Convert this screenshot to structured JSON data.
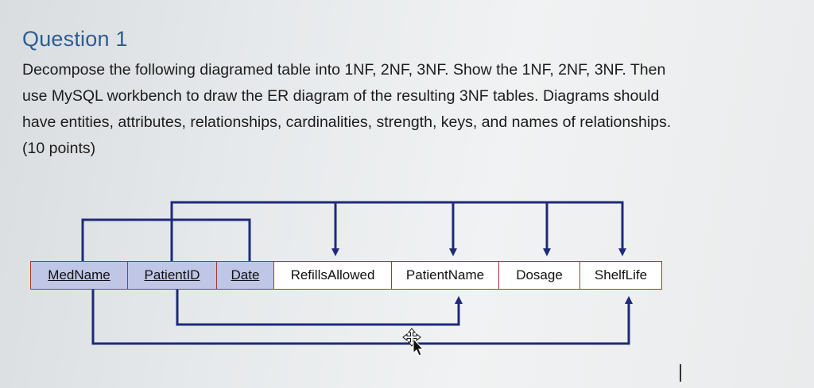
{
  "question": {
    "title": "Question 1",
    "lines": [
      "Decompose the following diagramed table into 1NF, 2NF, 3NF. Show the 1NF, 2NF, 3NF. Then",
      "use MySQL workbench to draw the ER diagram of the resulting 3NF tables. Diagrams should",
      "have entities, attributes, relationships, cardinalities, strength, keys, and names of relationships.",
      "(10 points)"
    ]
  },
  "table": {
    "columns": [
      "MedName",
      "PatientID",
      "Date",
      "RefillsAllowed",
      "PatientName",
      "Dosage",
      "ShelfLife"
    ],
    "key_columns": [
      "MedName",
      "PatientID",
      "Date"
    ]
  },
  "colors": {
    "title": "#2c5d92",
    "key_fill": "#bfc6e6",
    "cell_border": "#a23a30",
    "arrow": "#1f2a7a"
  },
  "icons": [
    "move-cursor-icon"
  ]
}
